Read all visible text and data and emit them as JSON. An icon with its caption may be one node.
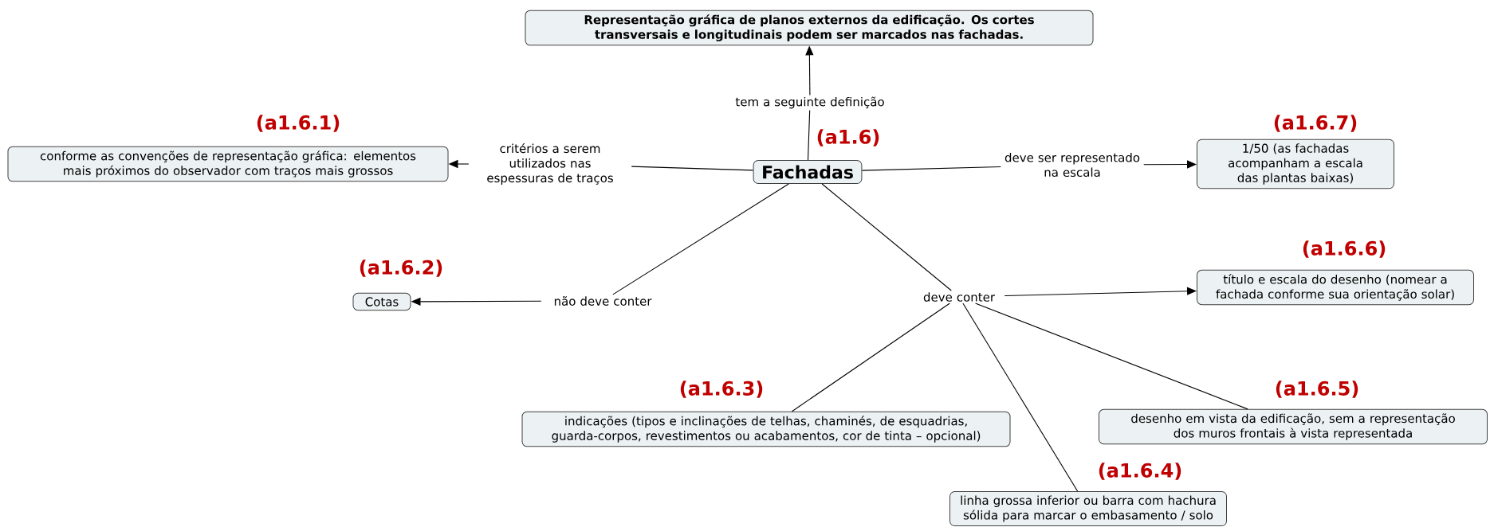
{
  "diagram": {
    "nodes": [
      {
        "text": [
          "Representação gráfica de planos externos da edificação. Os cortes transversais e longitudinais podem ser marcados nas fachadas."
        ]
      },
      {
        "text": [
          "tem a seguinte definição"
        ]
      },
      {
        "text": [
          "conforme as convenções de representação gráfica: elementos mais próximos do observador com traços mais grossos"
        ],
        "beside": [
          "(a1.6.1)"
        ]
      },
      {
        "text": [
          "critérios a serem utilizados nas espessuras de traços"
        ]
      },
      {
        "text": [
          "Fachadas"
        ],
        "beside": [
          "(a1.6)"
        ]
      },
      {
        "text": [
          "deve ser representado na escala"
        ]
      },
      {
        "text": [
          "1/50 (as fachadas acompanham a escala das plantas baixas)"
        ],
        "beside": [
          "(a1.6.7)"
        ]
      },
      {
        "text": [
          "Cotas"
        ],
        "beside": [
          "(a1.6.2)"
        ]
      },
      {
        "text": [
          "não deve conter"
        ]
      },
      {
        "text": [
          "deve conter"
        ]
      },
      {
        "text": [
          "título e escala do desenho (nomear a fachada conforme sua orientação solar)"
        ],
        "beside": [
          "(a1.6.6)"
        ]
      },
      {
        "text": [
          "indicações (tipos e inclinações de telhas, chaminés, de esquadrias, guarda-corpos, revestimentos ou acabamentos, cor de tinta – opcional)"
        ],
        "beside": [
          "(a1.6.3)"
        ]
      },
      {
        "text": [
          "desenho em vista da edificação, sem a representação dos muros frontais à vista representada"
        ],
        "beside": [
          "(a1.6.5)"
        ]
      },
      {
        "text": [
          "linha grossa inferior ou barra com hachura sólida para marcar o embasamento / solo"
        ],
        "beside": [
          "(a1.6.4)"
        ]
      }
    ],
    "edges": [
      {
        "from": 4,
        "to": 1,
        "arrow": "none"
      },
      {
        "from": 1,
        "to": 0,
        "arrow": "to"
      },
      {
        "from": 4,
        "to": 3,
        "arrow": "none"
      },
      {
        "from": 3,
        "to": 2,
        "arrow": "to"
      },
      {
        "from": 4,
        "to": 5,
        "arrow": "none"
      },
      {
        "from": 5,
        "to": 6,
        "arrow": "to"
      },
      {
        "from": 4,
        "to": 8,
        "arrow": "none"
      },
      {
        "from": 8,
        "to": 7,
        "arrow": "to"
      },
      {
        "from": 4,
        "to": 9,
        "arrow": "none"
      },
      {
        "from": 9,
        "to": 10,
        "arrow": "to"
      },
      {
        "from": 9,
        "to": 11,
        "arrow": "none"
      },
      {
        "from": 9,
        "to": 13,
        "arrow": "none"
      },
      {
        "from": 9,
        "to": 12,
        "arrow": "none"
      }
    ]
  }
}
